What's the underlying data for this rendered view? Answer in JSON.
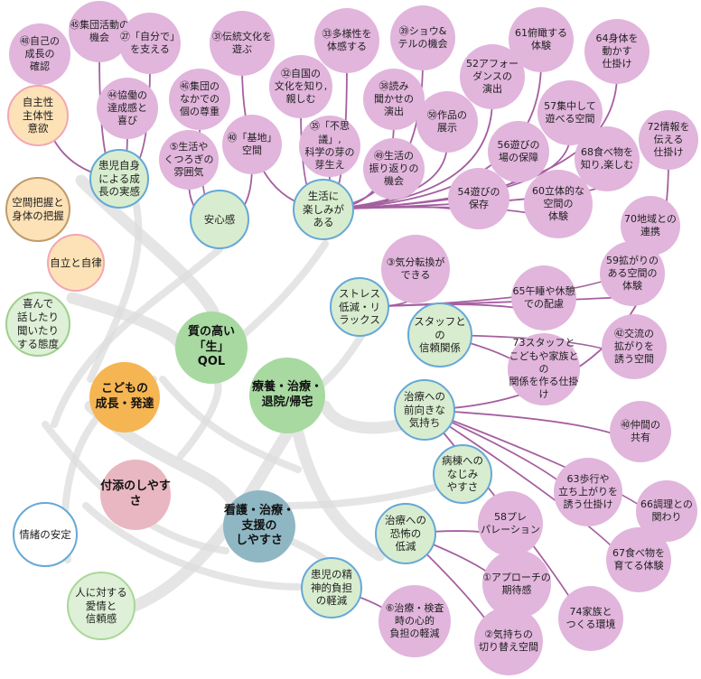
{
  "colors": {
    "leaf": "#e1b5dc",
    "link": "#a55fa0",
    "hub_fill": "#d8edcf",
    "hub_border": "#66a8d6",
    "cloud": "#dcdcdc",
    "side_yellow": "#fde2b7",
    "side_green": "#def0d7"
  },
  "core": [
    {
      "label": "質の高い「生」\nQOL",
      "color": "#a7d9a1"
    },
    {
      "label": "療養・治療・\n退院/帰宅",
      "color": "#a7d9a1"
    },
    {
      "label": "こどもの\n成長・発達",
      "color": "#f5b553"
    },
    {
      "label": "付添のしやすさ",
      "color": "#e9b7c1"
    },
    {
      "label": "看護・治療・\n支援の\nしやすさ",
      "color": "#8fb6c3"
    }
  ],
  "side": [
    {
      "label": "自主性\n主体性\n意欲"
    },
    {
      "label": "空間把握と\n身体の把握"
    },
    {
      "label": "自立と自律"
    },
    {
      "label": "喜んで\n話したり\n聞いたり\nする態度"
    },
    {
      "label": "情緒の安定"
    },
    {
      "label": "人に対する\n愛情と\n信頼感"
    }
  ],
  "hubs": [
    {
      "label": "患児自身\nによる成\n長の実感"
    },
    {
      "label": "安心感"
    },
    {
      "label": "生活に\n楽しみが\nある"
    },
    {
      "label": "ストレス\n低減・リ\nラックス"
    },
    {
      "label": "スタッフとの\n信頼関係"
    },
    {
      "label": "治療への\n前向きな\n気持ち"
    },
    {
      "label": "病棟への\nなじみ\nやすさ"
    },
    {
      "label": "治療への\n恐怖の\n低減"
    },
    {
      "label": "患児の精\n神的負担\nの軽減"
    }
  ],
  "leaves": [
    {
      "label": "㊽自己の\n成長の\n確認"
    },
    {
      "label": "㊺集団活動の\n機会"
    },
    {
      "label": "㉗「自分で」\nを支える"
    },
    {
      "label": "㊹協働の\n達成感と\n喜び"
    },
    {
      "label": "㊻集団の\nなかでの\n個の尊重"
    },
    {
      "label": "⑤生活や\nくつろぎの\n雰囲気"
    },
    {
      "label": "㉛伝統文化を\n遊ぶ"
    },
    {
      "label": "㊵「基地」\n空間"
    },
    {
      "label": "㉜自国の\n文化を知り,\n親しむ"
    },
    {
      "label": "㉝多様性を\n体感する"
    },
    {
      "label": "㊴ショウ&\nテルの機会"
    },
    {
      "label": "㊳読み\n聞かせの\n演出"
    },
    {
      "label": "㉟「不思議」,\n科学の芽の\n芽生え"
    },
    {
      "label": "㊾生活の\n振り返りの\n機会"
    },
    {
      "label": "㊿作品の\n展示"
    },
    {
      "label": "52アフォー\nダンスの\n演出"
    },
    {
      "label": "61俯瞰する\n体験"
    },
    {
      "label": "64身体を\n動かす\n仕掛け"
    },
    {
      "label": "57集中して\n遊べる空間"
    },
    {
      "label": "56遊びの\n場の保障"
    },
    {
      "label": "68食べ物を\n知り,楽しむ"
    },
    {
      "label": "72情報を\n伝える\n仕掛け"
    },
    {
      "label": "54遊びの\n保存"
    },
    {
      "label": "60立体的な\n空間の\n体験"
    },
    {
      "label": "70地域との\n連携"
    },
    {
      "label": "③気分転換が\nできる"
    },
    {
      "label": "59拡がりの\nある空間の\n体験"
    },
    {
      "label": "65午睡や休憩\nでの配慮"
    },
    {
      "label": "㊷交流の\n拡がりを\n誘う空間"
    },
    {
      "label": "73スタッフと\nこどもや家族との\n関係を作る仕掛け"
    },
    {
      "label": "㊵仲間の\n共有"
    },
    {
      "label": "63歩行や\n立ち上がりを\n誘う仕掛け"
    },
    {
      "label": "66調理との\n関わり"
    },
    {
      "label": "58プレ\nパレーション"
    },
    {
      "label": "67食べ物を\n育てる体験"
    },
    {
      "label": "①アプローチの\n期待感"
    },
    {
      "label": "74家族と\nつくる環境"
    },
    {
      "label": "⑥治療・検査\n時の心的\n負担の軽減"
    },
    {
      "label": "②気持ちの\n切り替え空間"
    }
  ]
}
